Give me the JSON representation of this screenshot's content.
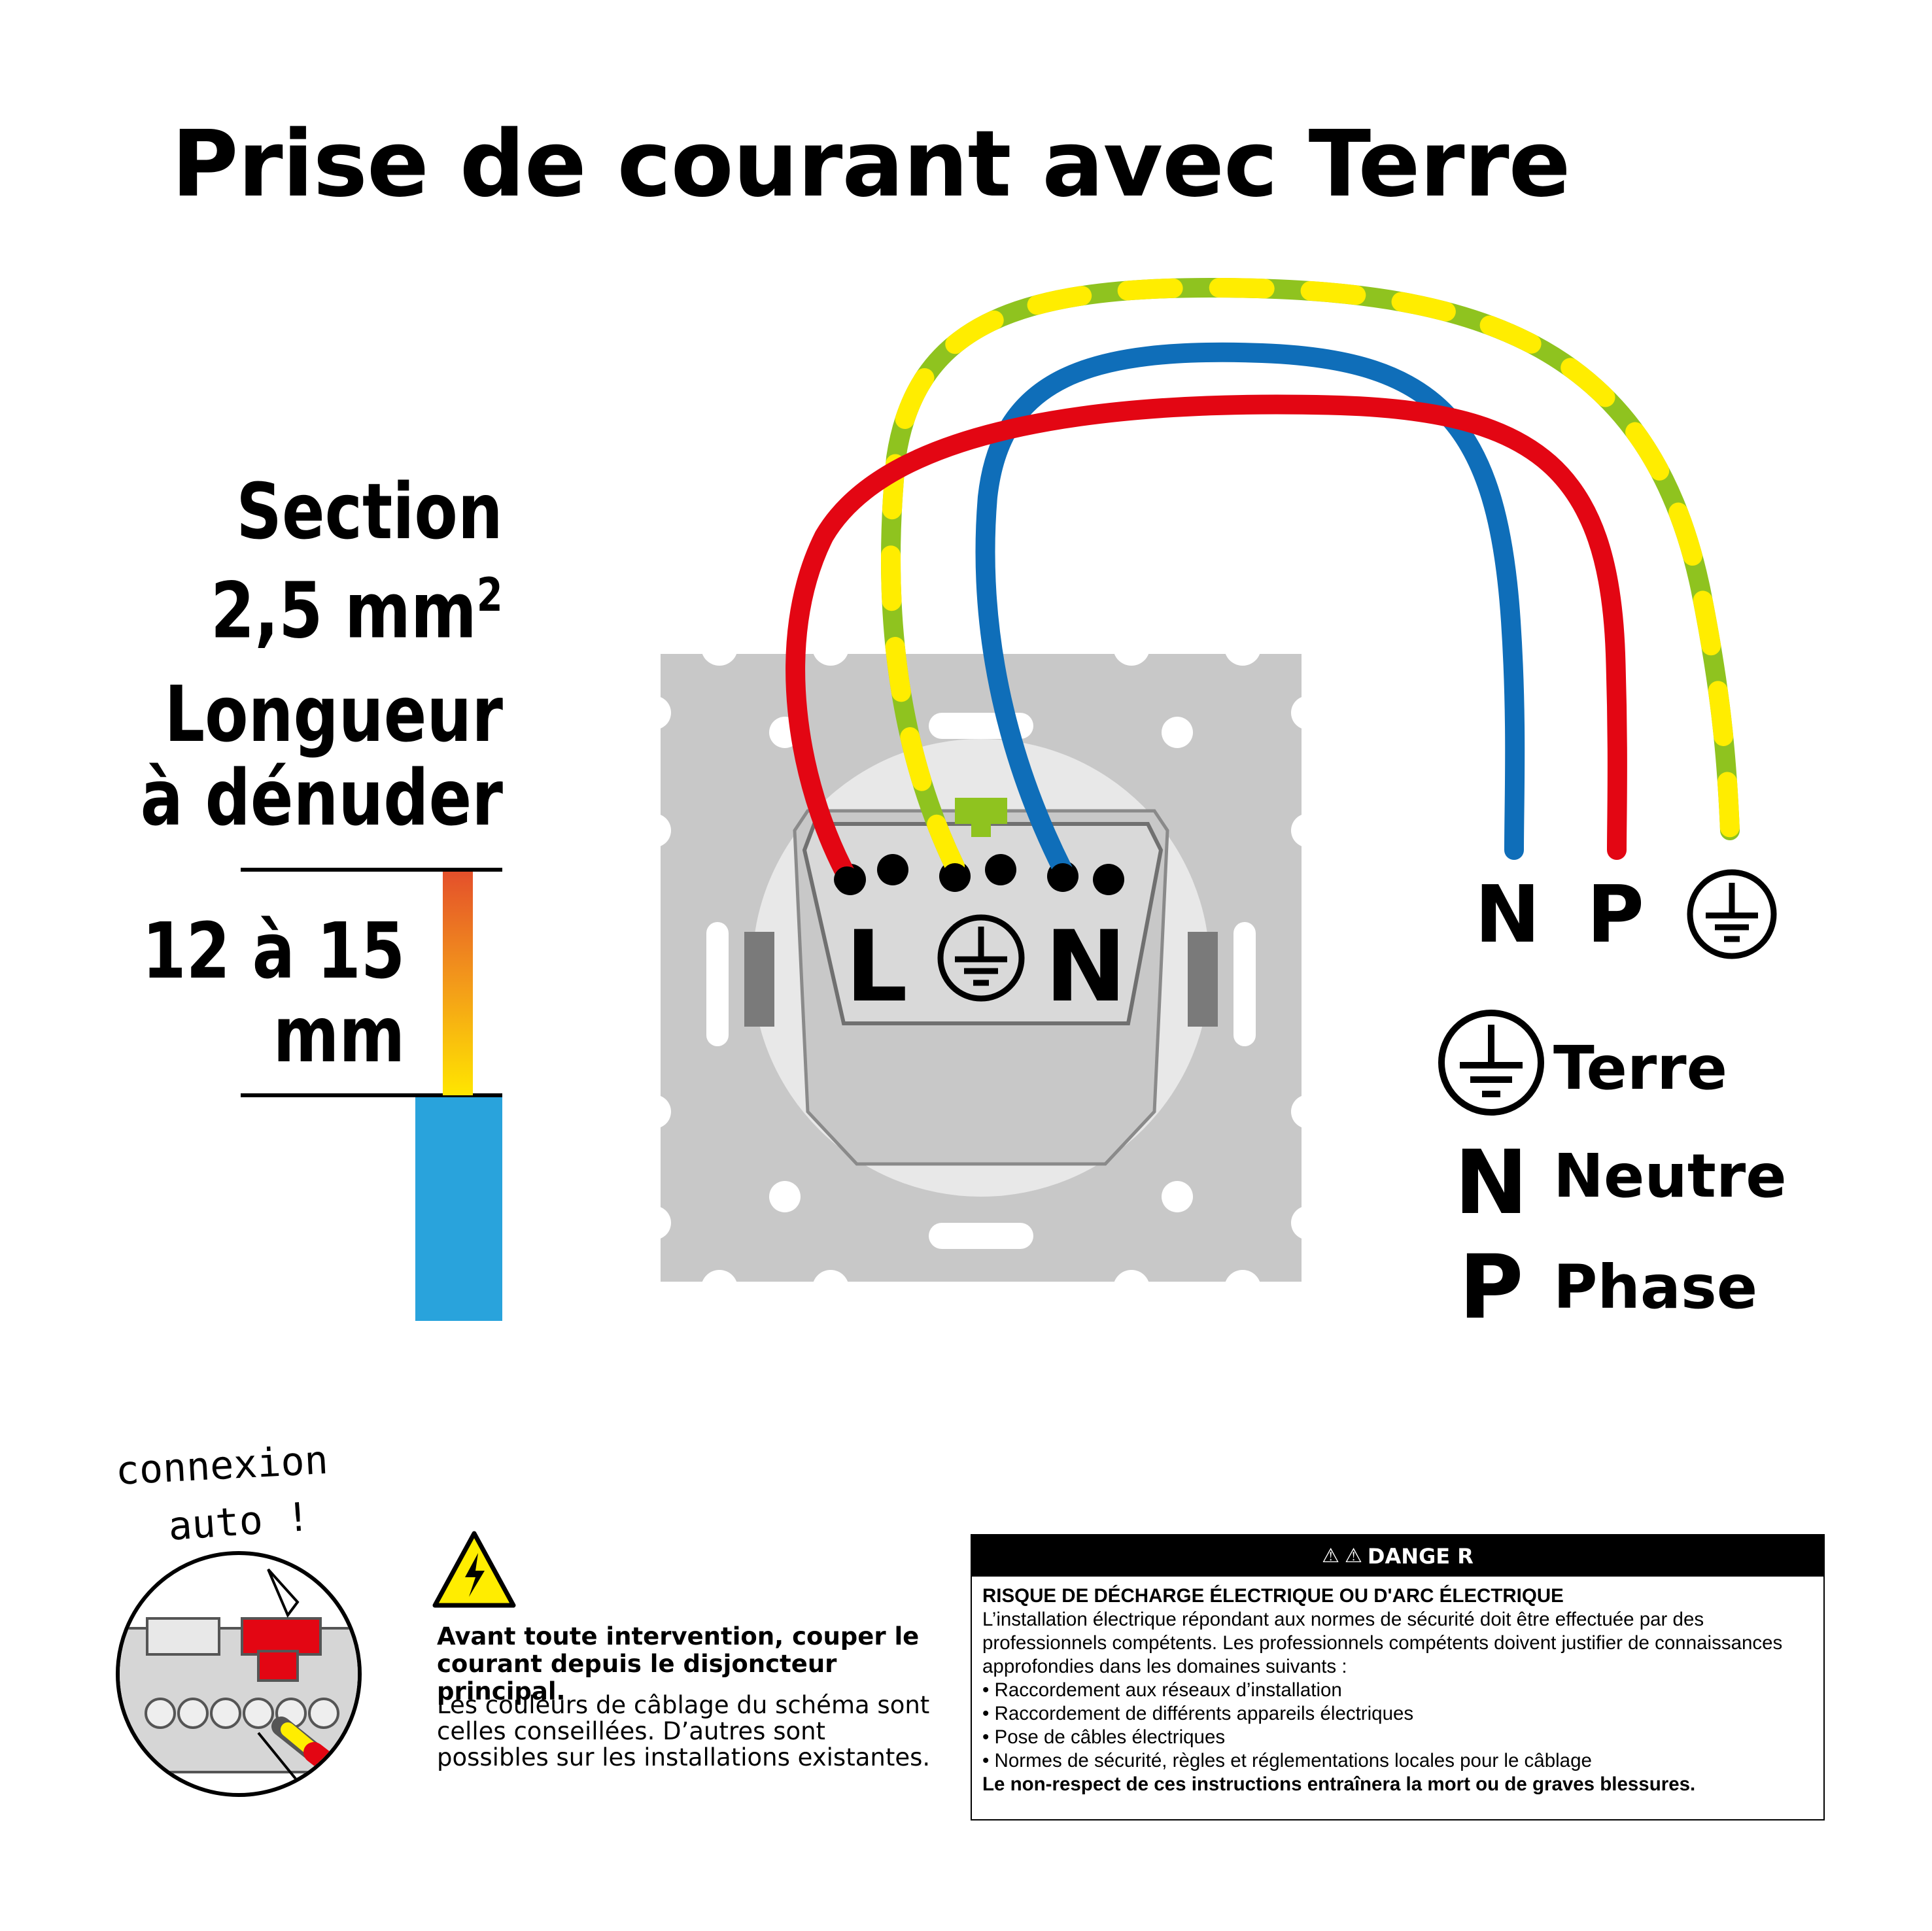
{
  "title": "Prise de courant avec Terre",
  "left_labels": {
    "section_line1": "Section",
    "section_line2": "2,5 mm",
    "section_sup": "2",
    "length_line1": "Longueur",
    "length_line2": "à dénuder",
    "strip_line1": "12 à 15",
    "strip_line2": "mm"
  },
  "socket": {
    "terminal_L": "L",
    "terminal_N": "N"
  },
  "wire_ends": {
    "n": "N",
    "p": "P",
    "earth_icon": "earth-ground-symbol"
  },
  "legend": [
    {
      "symbol": "earth-ground-symbol",
      "label": "Terre"
    },
    {
      "symbol": "N",
      "label": "Neutre"
    },
    {
      "symbol": "P",
      "label": "Phase"
    }
  ],
  "auto_connect": {
    "line1": "connexion",
    "line2": "auto !"
  },
  "warning": {
    "icon": "high-voltage-warning-triangle",
    "bold_text": "Avant toute intervention, couper le courant depuis le disjoncteur principal.",
    "note": "Les couleurs de câblage du schéma sont celles conseillées. D’autres sont possibles sur les installations existantes."
  },
  "danger": {
    "header": "DANGE R",
    "heading": "RISQUE DE DÉCHARGE ÉLECTRIQUE OU D'ARC ÉLECTRIQUE",
    "intro": "L’installation électrique répondant aux normes de sécurité doit être effectuée par des professionnels compétents. Les professionnels compétents doivent justifier de connaissances approfondies dans les domaines suivants :",
    "items": [
      "Raccordement aux réseaux d’installation",
      "Raccordement de différents appareils électriques",
      "Pose de câbles électriques",
      "Normes de sécurité, règles et réglementations locales pour le câblage"
    ],
    "footer": "Le non-respect de ces instructions entraînera la mort ou de graves blessures."
  },
  "colors": {
    "phase": "#e30613",
    "neutral": "#0f6eb9",
    "earth_yellow": "#ffed00",
    "earth_green": "#8fc31f",
    "plate": "#c8c8c8",
    "cable_sheath": "#29a3dc"
  }
}
